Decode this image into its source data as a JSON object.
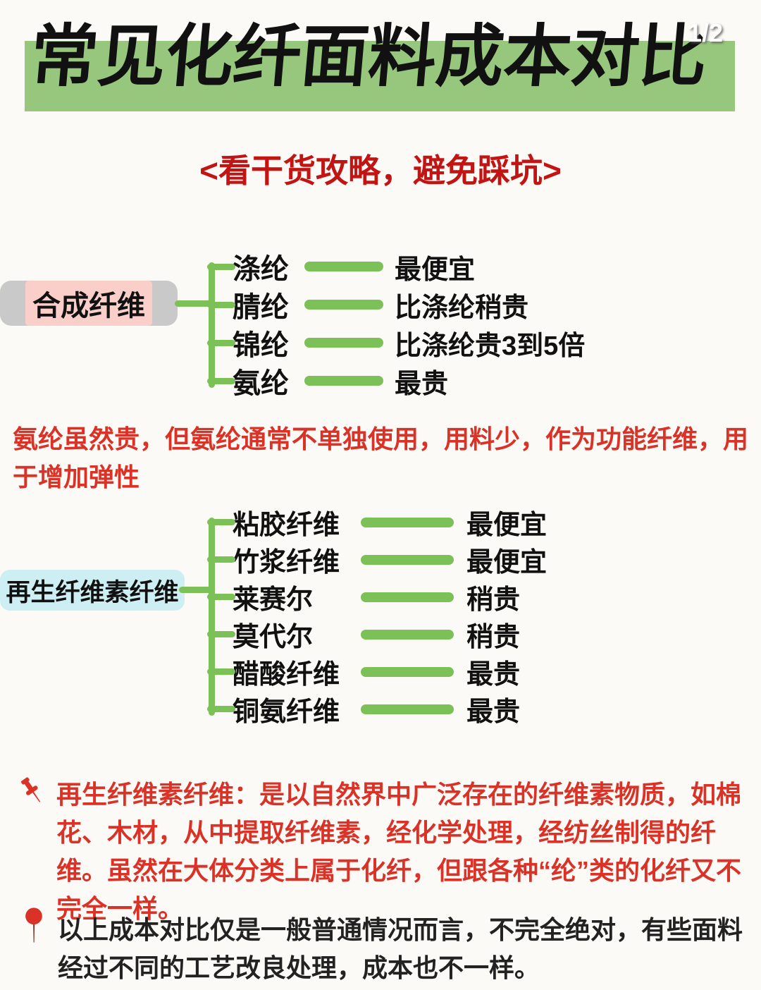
{
  "page": {
    "title": "常见化纤面料成本对比",
    "page_indicator": "1/2",
    "subtitle": "<看干货攻略，避免踩坑>"
  },
  "diagram1": {
    "label": "合成纤维",
    "items": [
      {
        "name": "涤纶",
        "cost": "最便宜"
      },
      {
        "name": "腈纶",
        "cost": "比涤纶稍贵"
      },
      {
        "name": "锦纶",
        "cost": "比涤纶贵3到5倍"
      },
      {
        "name": "氨纶",
        "cost": "最贵"
      }
    ]
  },
  "note1": "氨纶虽然贵，但氨纶通常不单独使用，用料少，作为功能纤维，用于增加弹性",
  "diagram2": {
    "label": "再生纤维素纤维",
    "items": [
      {
        "name": "粘胶纤维",
        "cost": "最便宜"
      },
      {
        "name": "竹浆纤维",
        "cost": "最便宜"
      },
      {
        "name": "莱赛尔",
        "cost": "稍贵"
      },
      {
        "name": "莫代尔",
        "cost": "稍贵"
      },
      {
        "name": "醋酸纤维",
        "cost": "最贵"
      },
      {
        "name": "铜氨纤维",
        "cost": "最贵"
      }
    ]
  },
  "note2": "再生纤维素纤维：是以自然界中广泛存在的纤维素物质，如棉花、木材，从中提取纤维素，经化学处理，经纺丝制得的纤维。虽然在大体分类上属于化纤，但跟各种“纶”类的化纤又不完全一样。",
  "note3": "以上成本对比仅是一般普通情况而言，不完全绝对，有些面料经过不同的工艺改良处理，成本也不一样。",
  "colors": {
    "accent_green": "#7cc158",
    "title_highlight_green": "#97c77c",
    "note_red": "#da3227",
    "label1_bg": "#c9c9c9",
    "label1_highlight": "#fbcfc9",
    "label2_bg": "#cdeef2"
  }
}
